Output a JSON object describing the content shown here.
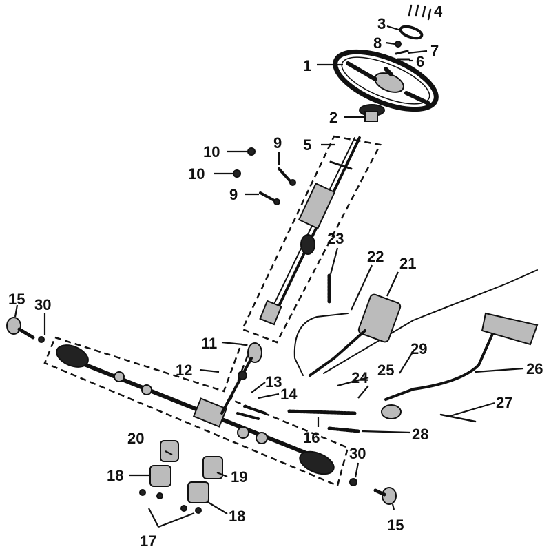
{
  "callouts": {
    "c1": "1",
    "c2": "2",
    "c3": "3",
    "c4": "4",
    "c5": "5",
    "c6": "6",
    "c7": "7",
    "c8": "8",
    "c9a": "9",
    "c9b": "9",
    "c10a": "10",
    "c10b": "10",
    "c11": "11",
    "c12": "12",
    "c13": "13",
    "c14": "14",
    "c15a": "15",
    "c15b": "15",
    "c16": "16",
    "c17": "17",
    "c18a": "18",
    "c18b": "18",
    "c19": "19",
    "c20": "20",
    "c21": "21",
    "c22": "22",
    "c23": "23",
    "c24": "24",
    "c25": "25",
    "c26": "26",
    "c27": "27",
    "c28": "28",
    "c29": "29",
    "c30a": "30",
    "c30b": "30"
  }
}
